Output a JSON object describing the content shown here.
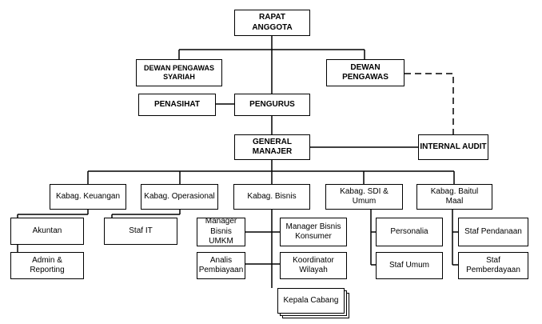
{
  "org_chart": {
    "rapat_anggota": "RAPAT\nANGGOTA",
    "dewan_pengawas_syariah": "DEWAN PENGAWAS\nSYARIAH",
    "dewan_pengawas": "DEWAN\nPENGAWAS",
    "penasihat": "PENASIHAT",
    "pengurus": "PENGURUS",
    "general_manajer": "GENERAL\nMANAJER",
    "internal_audit": "INTERNAL AUDIT",
    "kabag_keuangan": "Kabag. Keuangan",
    "kabag_operasional": "Kabag. Operasional",
    "kabag_bisnis": "Kabag. Bisnis",
    "kabag_sdi_umum": "Kabag. SDI &\nUmum",
    "kabag_baitul_maal": "Kabag. Baitul\nMaal",
    "akuntan": "Akuntan",
    "admin_reporting": "Admin &\nReporting",
    "staf_it": "Staf IT",
    "manager_bisnis_umkm": "Manager Bisnis\nUMKM",
    "manager_bisnis_konsumer": "Manager Bisnis\nKonsumer",
    "analis_pembiayaan": "Analis\nPembiayaan",
    "koordinator_wilayah": "Koordinator\nWilayah",
    "kepala_cabang": "Kepala Cabang",
    "personalia": "Personalia",
    "staf_umum": "Staf Umum",
    "staf_pendanaan": "Staf Pendanaan",
    "staf_pemberdayaan": "Staf\nPemberdayaan"
  }
}
